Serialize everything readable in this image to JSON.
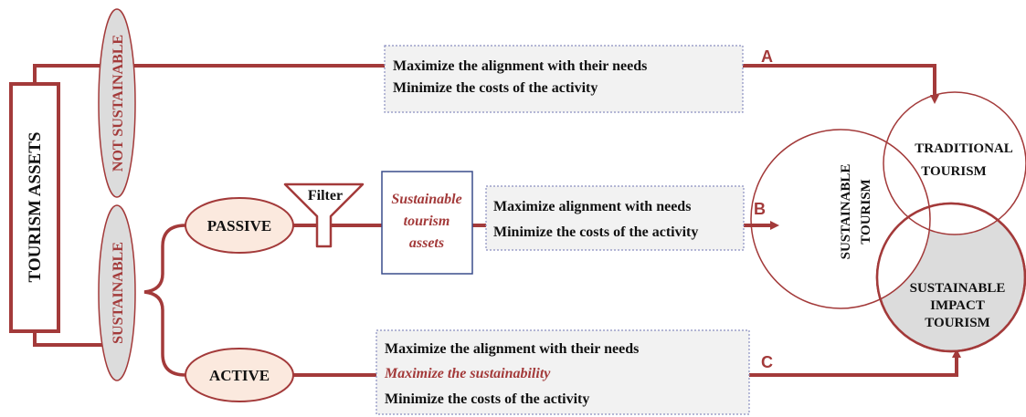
{
  "source": {
    "title": "TOURISM ASSETS"
  },
  "categories": {
    "not_sustainable": "NOT SUSTAINABLE",
    "sustainable": "SUSTAINABLE"
  },
  "modes": {
    "passive": "PASSIVE",
    "active": "ACTIVE"
  },
  "filter": {
    "label": "Filter"
  },
  "sustainable_assets": {
    "line1": "Sustainable",
    "line2": "tourism",
    "line3": "assets"
  },
  "path_labels": {
    "a": "A",
    "b": "B",
    "c": "C"
  },
  "box_a": {
    "line1": "Maximize the alignment with their needs",
    "line2": "Minimize the costs of the activity"
  },
  "box_b": {
    "line1": "Maximize alignment with needs",
    "line2": "Minimize the costs of the activity"
  },
  "box_c": {
    "line1": "Maximize the alignment with their needs",
    "line2": "Maximize the sustainability",
    "line3": "Minimize the costs of the activity"
  },
  "venn": {
    "sustainable_tourism": {
      "line1": "SUSTAINABLE",
      "line2": "TOURISM"
    },
    "traditional_tourism": {
      "line1": "TRADITIONAL",
      "line2": "TOURISM"
    },
    "sustainable_impact": {
      "line1": "SUSTAINABLE",
      "line2": "IMPACT",
      "line3": "TOURISM"
    }
  },
  "colors": {
    "accent": "#a33a3a",
    "oval_fill": "#fbe9de",
    "gray_fill": "#dcdcdc",
    "box_fill": "#f2f2f2",
    "box_border": "#8a8fc0",
    "blue_border": "#3a4d8c"
  }
}
